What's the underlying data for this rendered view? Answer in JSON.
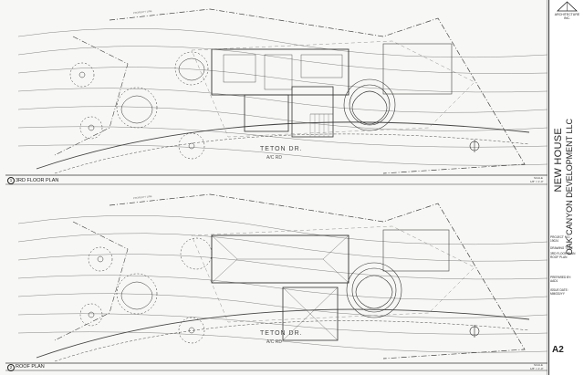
{
  "views": [
    {
      "number": "1",
      "title": "3RD FLOOR PLAN",
      "street": "TETON DR.",
      "street_sub": "A/C RD",
      "scale_label": "SCALE",
      "scale_value": "1/8\" = 1'-0\""
    },
    {
      "number": "2",
      "title": "ROOF PLAN",
      "street": "TETON DR.",
      "street_sub": "A/C RD",
      "scale_label": "SCALE",
      "scale_value": "1/8\" = 1'-0\""
    }
  ],
  "title_block": {
    "firm": "ARCHITECTURE INC.",
    "project_title": "NEW HOUSE",
    "owner": "OAK CANYON DEVELOPMENT LLC",
    "project_no_label": "PROJECT NO.:",
    "project_no": "19024",
    "drawing_title_label": "DRAWING TITLE",
    "drawing_title_1": "3RD FLOOR PLAN",
    "drawing_title_2": "ROOF PLAN",
    "prepared_by_label": "PREPARED BY:",
    "prepared_by": "AAD1",
    "issue_date_label": "ISSUE DATE:",
    "issue_date": "MM/DD/YY",
    "sheet_number": "A2"
  },
  "annotations": {
    "property_line": "PROPERTY LINE",
    "north": "N"
  },
  "colors": {
    "line": "#555555",
    "paper": "#f7f7f5"
  }
}
